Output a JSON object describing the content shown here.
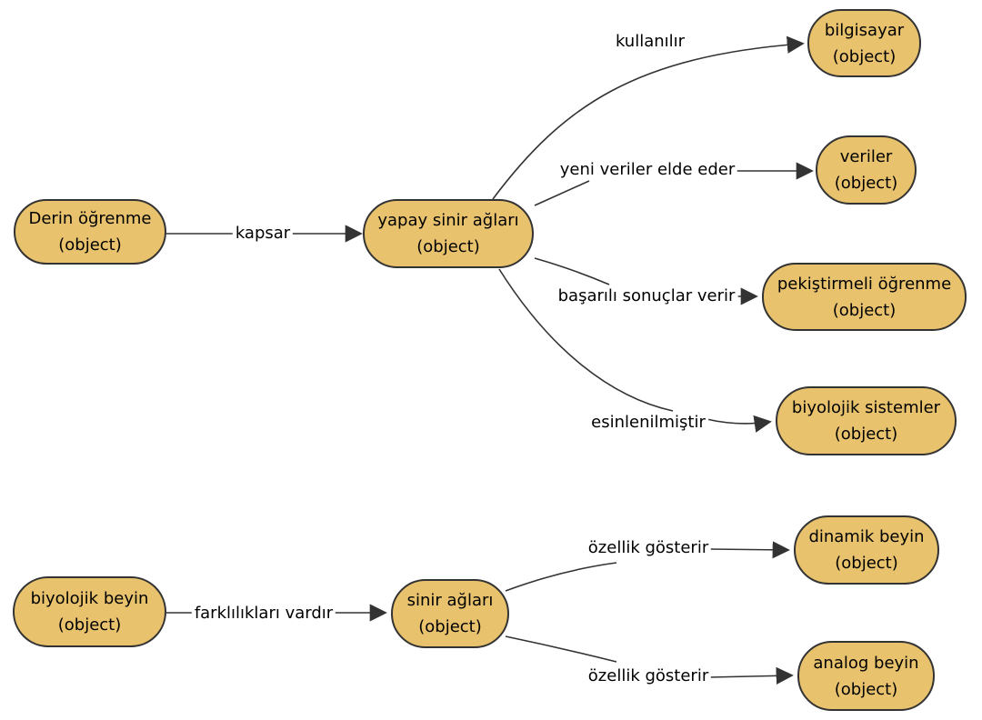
{
  "diagram": {
    "type": "concept-graph",
    "language": "tr",
    "nodes": [
      {
        "id": "derin-ogrenme",
        "label": "Derin öğrenme",
        "sublabel": "(object)"
      },
      {
        "id": "yapay-sinir-aglari",
        "label": "yapay sinir ağları",
        "sublabel": "(object)"
      },
      {
        "id": "bilgisayar",
        "label": "bilgisayar",
        "sublabel": "(object)"
      },
      {
        "id": "veriler",
        "label": "veriler",
        "sublabel": "(object)"
      },
      {
        "id": "pekistirmeli-ogrenme",
        "label": "pekiştirmeli öğrenme",
        "sublabel": "(object)"
      },
      {
        "id": "biyolojik-sistemler",
        "label": "biyolojik sistemler",
        "sublabel": "(object)"
      },
      {
        "id": "biyolojik-beyin",
        "label": "biyolojik beyin",
        "sublabel": "(object)"
      },
      {
        "id": "sinir-aglari",
        "label": "sinir ağları",
        "sublabel": "(object)"
      },
      {
        "id": "dinamik-beyin",
        "label": "dinamik beyin",
        "sublabel": "(object)"
      },
      {
        "id": "analog-beyin",
        "label": "analog beyin",
        "sublabel": "(object)"
      }
    ],
    "edges": [
      {
        "from": "derin-ogrenme",
        "to": "yapay-sinir-aglari",
        "label": "kapsar"
      },
      {
        "from": "yapay-sinir-aglari",
        "to": "bilgisayar",
        "label": "kullanılır"
      },
      {
        "from": "yapay-sinir-aglari",
        "to": "veriler",
        "label": "yeni veriler elde eder"
      },
      {
        "from": "yapay-sinir-aglari",
        "to": "pekistirmeli-ogrenme",
        "label": "başarılı sonuçlar verir"
      },
      {
        "from": "yapay-sinir-aglari",
        "to": "biyolojik-sistemler",
        "label": "esinlenilmiştir"
      },
      {
        "from": "biyolojik-beyin",
        "to": "sinir-aglari",
        "label": "farklılıkları vardır"
      },
      {
        "from": "sinir-aglari",
        "to": "dinamik-beyin",
        "label": "özellik gösterir"
      },
      {
        "from": "sinir-aglari",
        "to": "analog-beyin",
        "label": "özellik gösterir"
      }
    ],
    "colors": {
      "node_fill": "#E8C26D",
      "node_border": "#333333",
      "edge": "#333333",
      "text": "#000000",
      "background": "#FFFFFF"
    }
  }
}
